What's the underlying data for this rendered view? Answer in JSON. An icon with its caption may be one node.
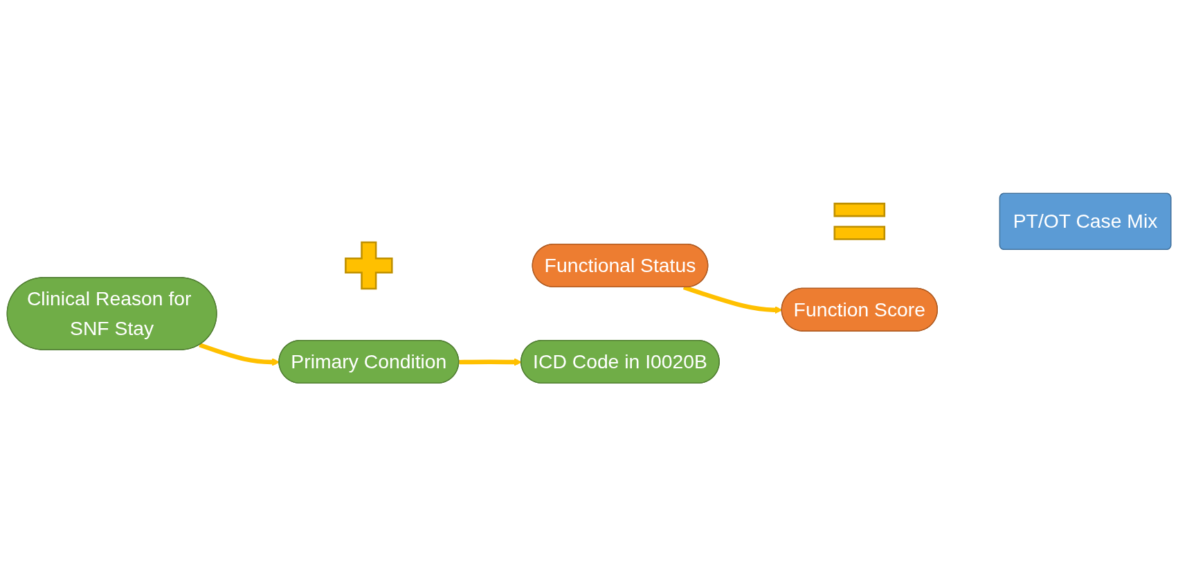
{
  "diagram": {
    "nodes": [
      {
        "text": [
          "Clinical Reason for SNF Stay"
        ]
      },
      {
        "text": [],
        "shape": "plus"
      },
      {
        "text": [
          "Functional Status"
        ]
      },
      {
        "text": [],
        "shape": "equals"
      },
      {
        "text": [
          "PT/OT Case Mix"
        ]
      },
      {
        "text": [
          "Primary Condition"
        ]
      },
      {
        "text": [
          "Function Score"
        ]
      },
      {
        "text": [
          "ICD Code in I0020B"
        ]
      }
    ],
    "edges": [
      {
        "from": 0,
        "to": 5,
        "arrow": "to"
      },
      {
        "from": 2,
        "to": 6,
        "arrow": "to"
      },
      {
        "from": 5,
        "to": 7,
        "arrow": "to"
      }
    ]
  }
}
